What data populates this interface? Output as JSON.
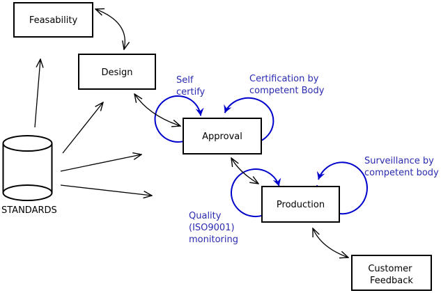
{
  "diagram": {
    "colors": {
      "line": "#000000",
      "loop": "#0000cc",
      "annotation": "#2a2ab0",
      "box_border": "#000000",
      "box_fill": "#ffffff",
      "text": "#000000",
      "background": "#ffffff"
    },
    "nodes": [
      {
        "id": "feasability",
        "label": "Feasability"
      },
      {
        "id": "design",
        "label": "Design"
      },
      {
        "id": "approval",
        "label": "Approval"
      },
      {
        "id": "production",
        "label": "Production"
      },
      {
        "id": "customer-feedback",
        "line1": "Customer",
        "line2": "Feedback"
      }
    ],
    "datastore": {
      "label": "STANDARDS"
    },
    "annotations": [
      {
        "id": "self-certify",
        "line1": "Self",
        "line2": "certify"
      },
      {
        "id": "certification-by-competent-body",
        "line1": "Certification by",
        "line2": "competent Body"
      },
      {
        "id": "surveillance-by-competent-body",
        "line1": "Surveillance by",
        "line2": "competent body"
      },
      {
        "id": "quality-iso9001-monitoring",
        "line1": "Quality",
        "line2": "(ISO9001)",
        "line3": "monitoring"
      }
    ]
  }
}
